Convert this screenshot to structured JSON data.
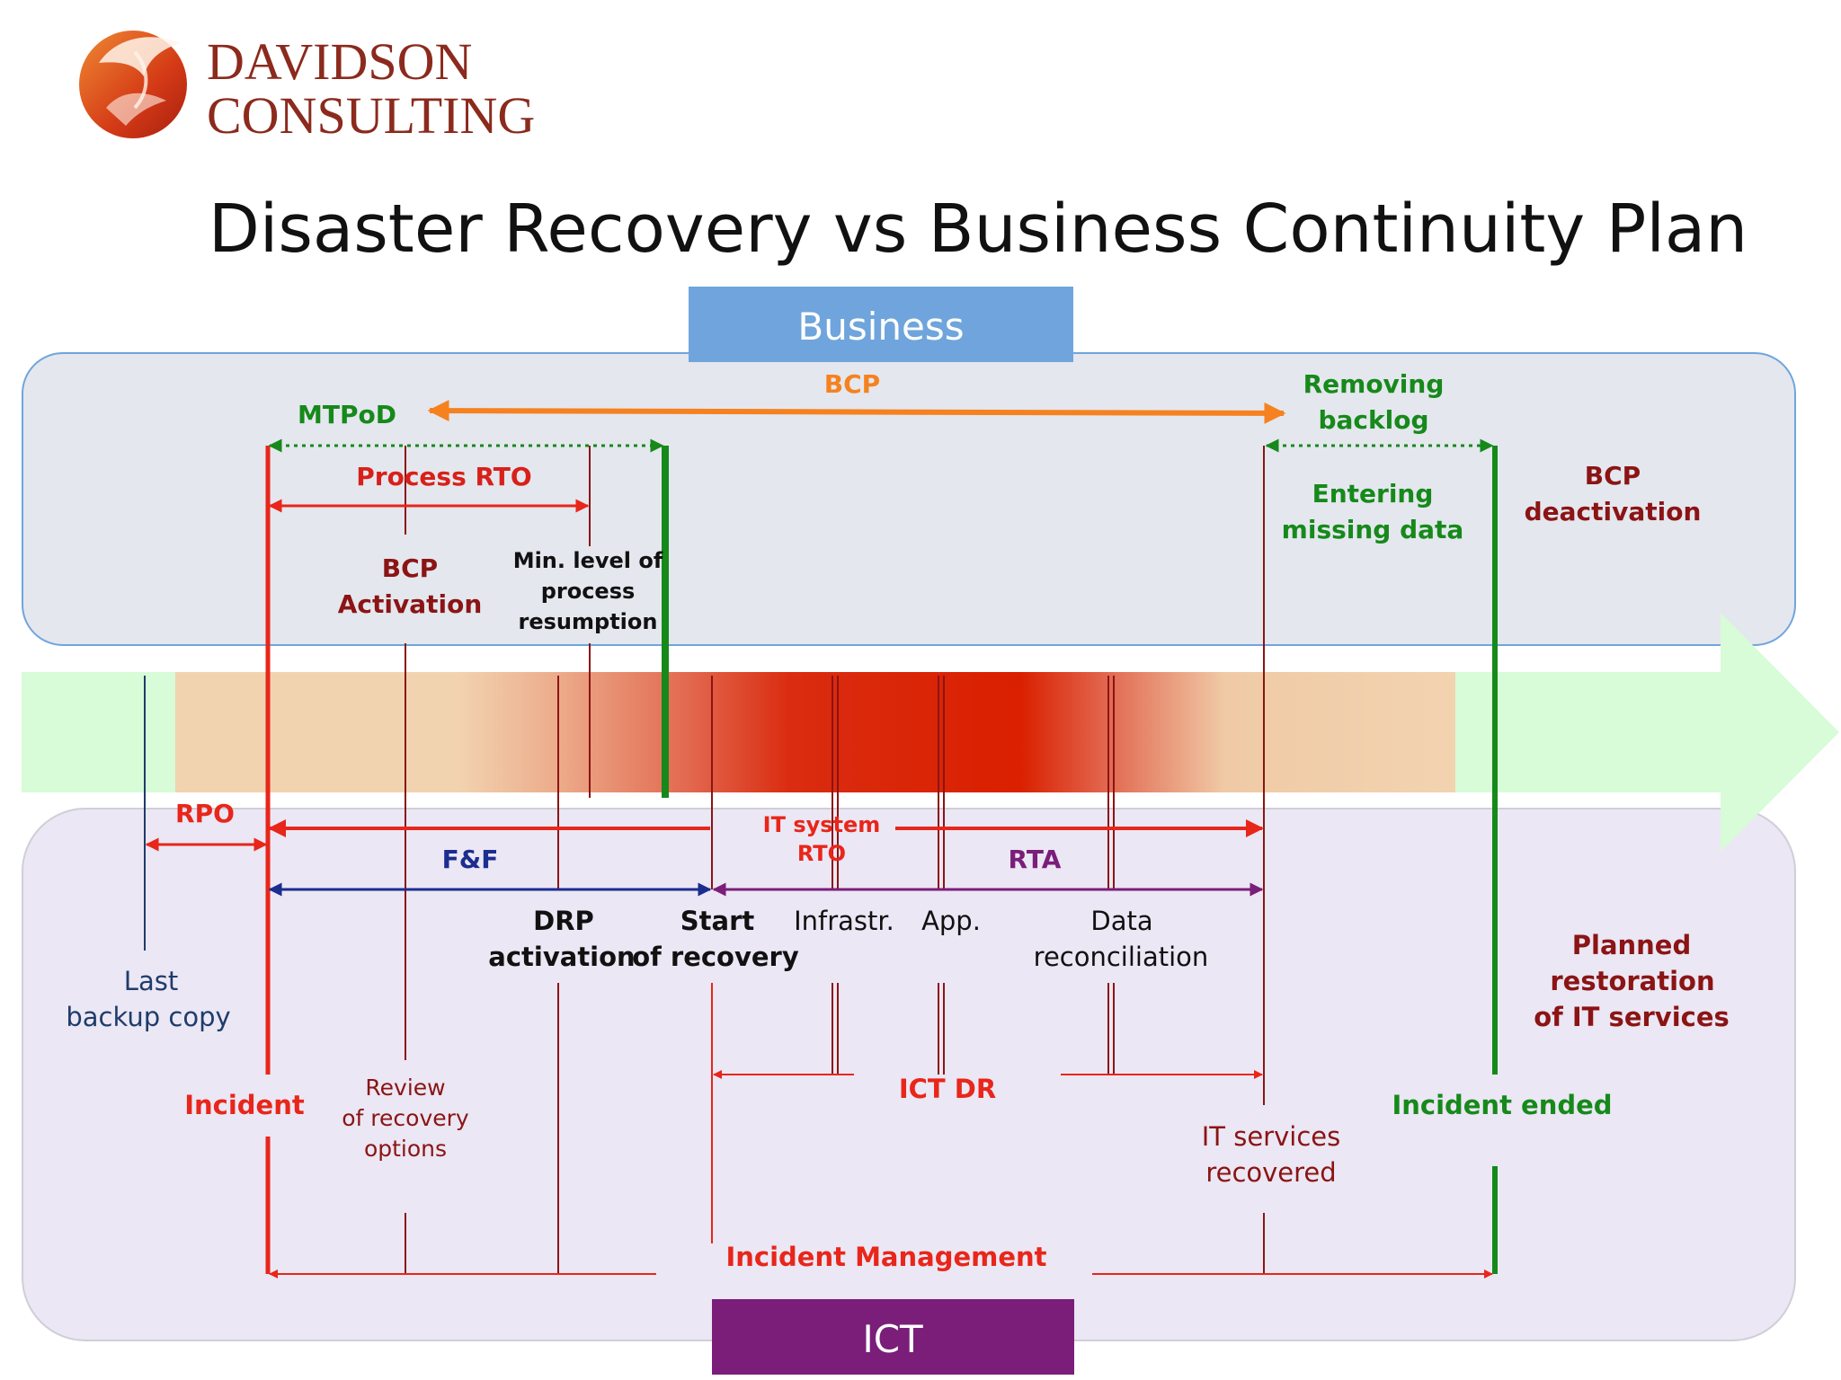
{
  "logo": {
    "line1": "DAVIDSON",
    "line2": "CONSULTING",
    "text_color": "#8b2a1d",
    "mark_color": "#d84018"
  },
  "title": "Disaster Recovery vs Business Continuity Plan",
  "headers": {
    "business": "Business",
    "ict": "ICT"
  },
  "colors": {
    "business_header": "#6fa5dc",
    "ict_header": "#7a1e7a",
    "business_panel": "#e4e7ee",
    "ict_panel": "#ebe7f4",
    "timeline_arrow": "#d8fbd8",
    "red": "#e8261a",
    "dark_red": "#8b1414",
    "green": "#16891a",
    "orange": "#f5821f",
    "blue": "#1b2d8f",
    "purple": "#7a1e7a",
    "navy": "#1f3c6a"
  },
  "business_labels": {
    "bcp": "BCP",
    "mtpod": "MTPoD",
    "removing_backlog_1": "Removing",
    "removing_backlog_2": "backlog",
    "process_rto": "Process RTO",
    "bcp_activation_1": "BCP",
    "bcp_activation_2": "Activation",
    "min_level_1": "Min. level of",
    "min_level_2": "process",
    "min_level_3": "resumption",
    "entering_1": "Entering",
    "entering_2": "missing data",
    "bcp_deactivation_1": "BCP",
    "bcp_deactivation_2": "deactivation"
  },
  "ict_labels": {
    "rpo": "RPO",
    "it_system_rto_1": "IT system",
    "it_system_rto_2": "RTO",
    "ff": "F&F",
    "rta": "RTA",
    "last_backup_1": "Last",
    "last_backup_2": "backup copy",
    "drp_1": "DRP",
    "drp_2": "activation",
    "start_1": "Start",
    "start_2": "of recovery",
    "infrastr": "Infrastr.",
    "app": "App.",
    "data_1": "Data",
    "data_2": "reconciliation",
    "planned_1": "Planned",
    "planned_2": "restoration",
    "planned_3": "of IT services",
    "incident": "Incident",
    "review_1": "Review",
    "review_2": "of recovery",
    "review_3": "options",
    "ict_dr": "ICT DR",
    "incident_ended": "Incident ended",
    "it_recovered_1": "IT services",
    "it_recovered_2": "recovered",
    "incident_management": "Incident Management"
  }
}
